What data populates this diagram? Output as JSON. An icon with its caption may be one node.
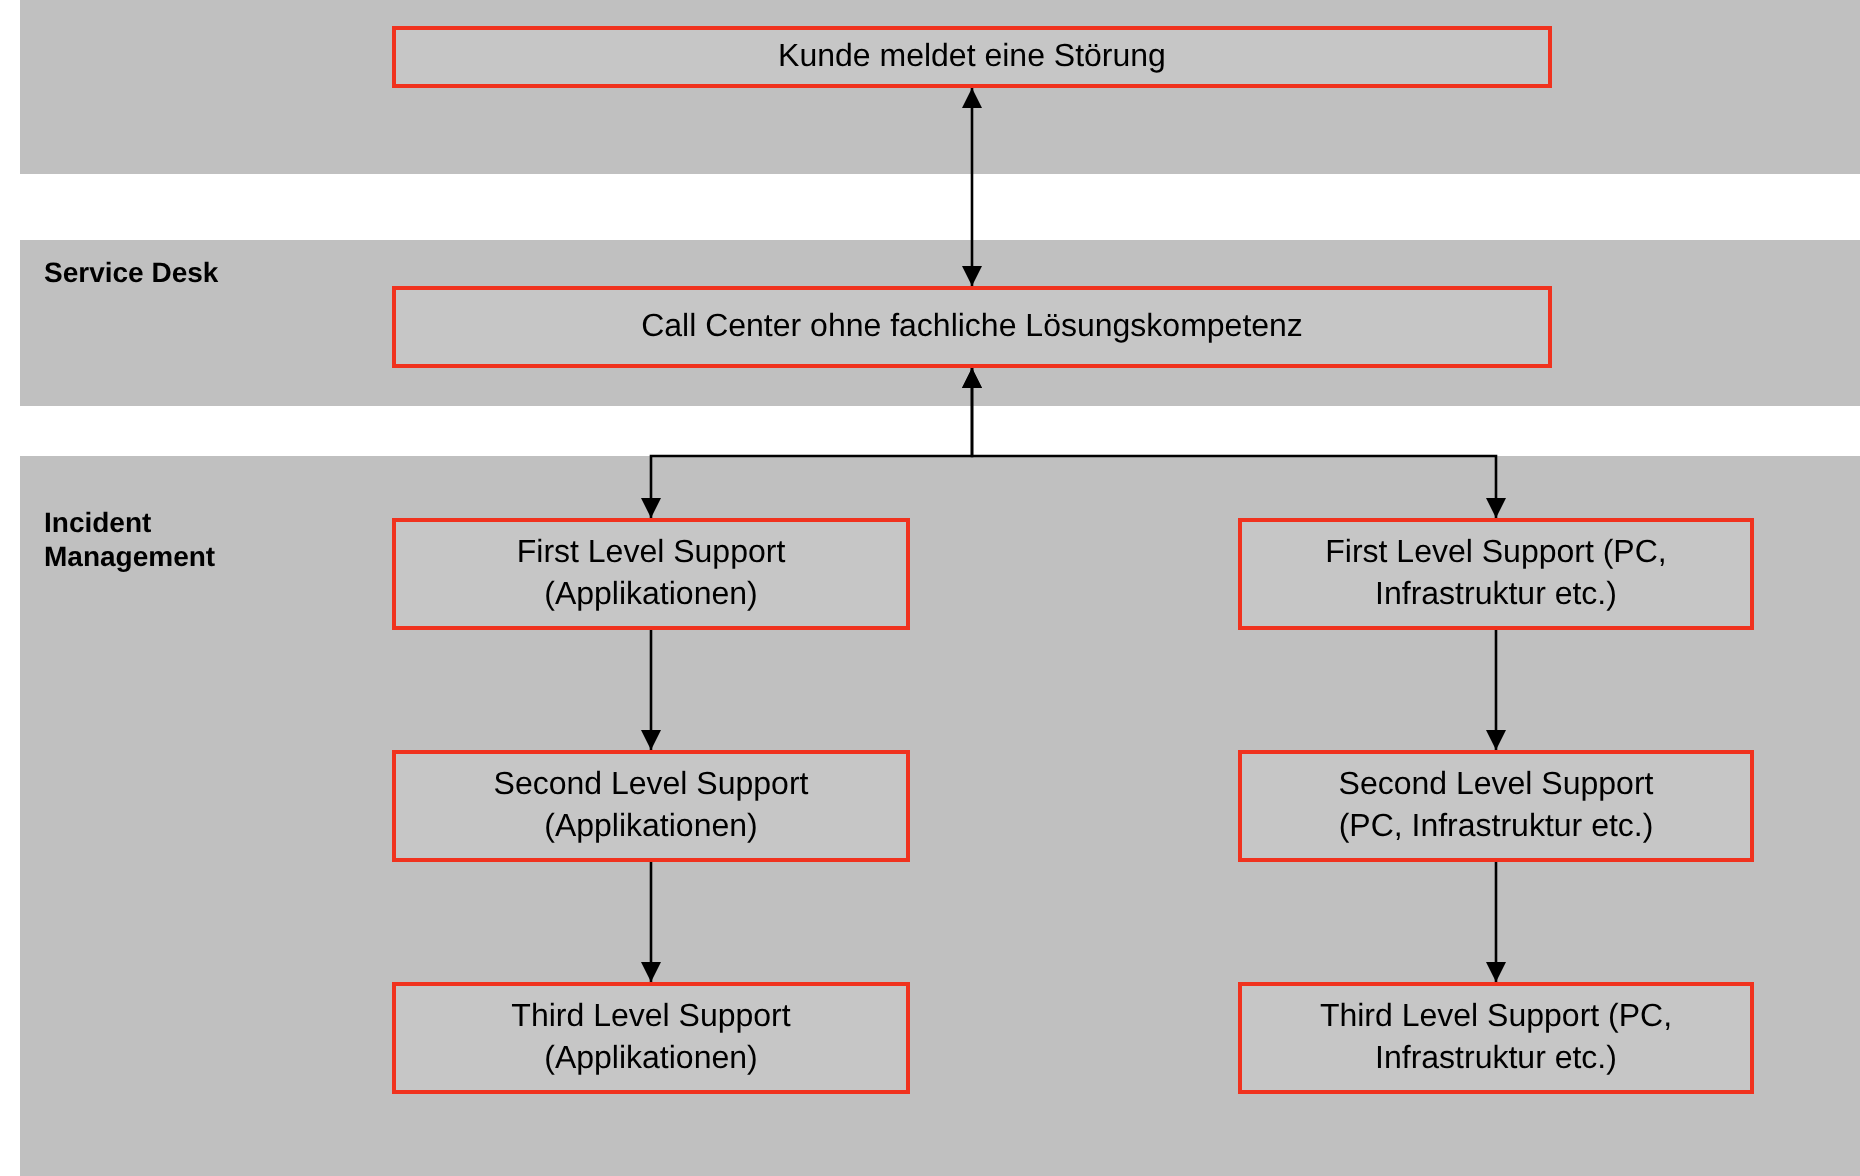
{
  "diagram": {
    "nodes": [
      {
        "text": [],
        "shape": "band"
      },
      {
        "text": [
          "Kunde meldet eine Störung"
        ],
        "in": 0
      },
      {
        "text": [
          "Service Desk"
        ]
      },
      {
        "text": [
          "Call Center ohne fachliche Lösungskompetenz"
        ],
        "in": 2
      },
      {
        "text": [
          "Incident Management"
        ]
      },
      {
        "text": [
          "First Level Support (Applikationen)"
        ],
        "in": 4
      },
      {
        "text": [
          "First Level Support (PC, Infrastruktur etc.)"
        ],
        "in": 4
      },
      {
        "text": [
          "Second Level Support (Applikationen)"
        ],
        "in": 4
      },
      {
        "text": [
          "Second Level Support (PC, Infrastruktur etc.)"
        ],
        "in": 4
      },
      {
        "text": [
          "Third Level Support (Applikationen)"
        ],
        "in": 4
      },
      {
        "text": [
          "Third Level Support (PC, Infrastruktur etc.)"
        ],
        "in": 4
      }
    ],
    "edges": [
      {
        "from": 1,
        "to": 3,
        "arrow": "both"
      },
      {
        "from": 3,
        "to": 5,
        "arrow": "both"
      },
      {
        "from": 3,
        "to": 6,
        "arrow": "both"
      },
      {
        "from": 5,
        "to": 7,
        "arrow": "to"
      },
      {
        "from": 7,
        "to": 9,
        "arrow": "to"
      },
      {
        "from": 6,
        "to": 8,
        "arrow": "to"
      },
      {
        "from": 8,
        "to": 10,
        "arrow": "to"
      }
    ]
  }
}
